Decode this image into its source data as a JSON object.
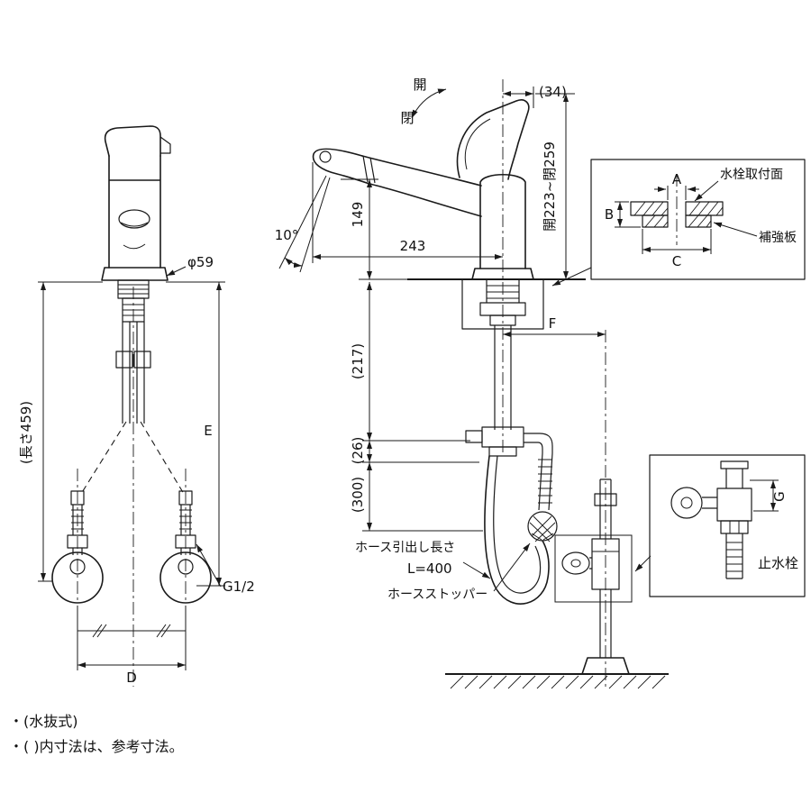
{
  "colors": {
    "ink": "#1a1a1a",
    "background": "#ffffff"
  },
  "left": {
    "phi59": "φ59",
    "len459": "(長さ459)",
    "E": "E",
    "D": "D",
    "g12": "G1/2"
  },
  "right": {
    "open": "開",
    "close": "閉",
    "d34": "(34)",
    "open_close_range": "開223~閉259",
    "d149": "149",
    "d243": "243",
    "angle10": "10°",
    "d217": "(217)",
    "d26": "(26)",
    "d300": "(300)",
    "F": "F",
    "hose_length_label": "ホース引出し長さ",
    "hose_length_value": "L=400",
    "hose_stopper": "ホースストッパー"
  },
  "mount_detail": {
    "A": "A",
    "B": "B",
    "C": "C",
    "mount_surface": "水栓取付面",
    "reinforce_plate": "補強板"
  },
  "valve_detail": {
    "G": "G",
    "stop_valve": "止水栓"
  },
  "notes": {
    "note1": "・(水抜式)",
    "note2": "・( )内寸法は、参考寸法。"
  }
}
